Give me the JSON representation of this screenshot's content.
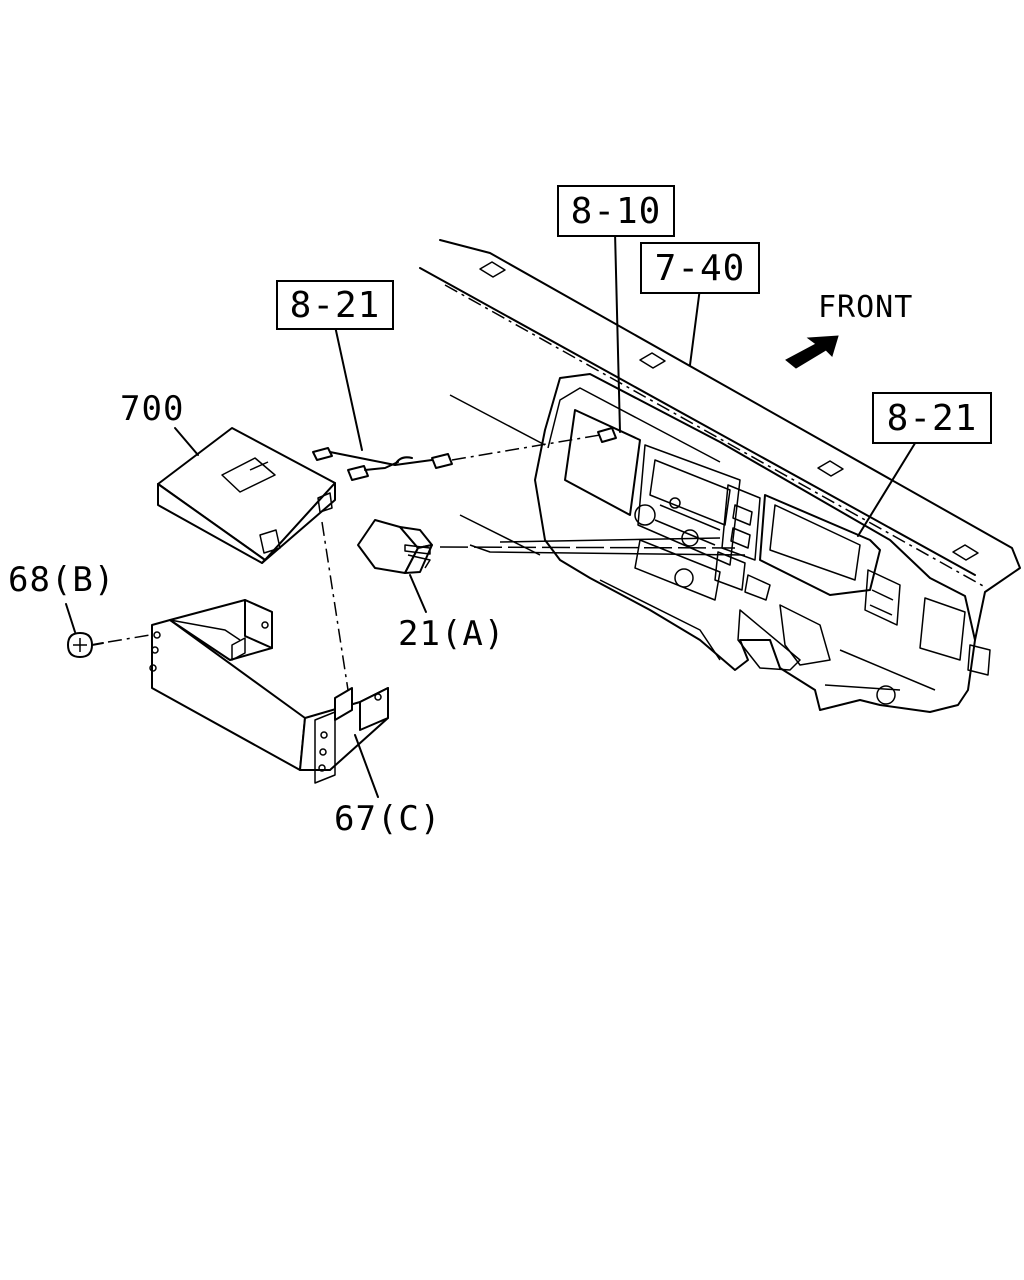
{
  "diagram": {
    "front_label": "FRONT",
    "callouts": {
      "ref_8_10": "8-10",
      "ref_7_40": "7-40",
      "ref_8_21_harness": "8-21",
      "ref_8_21_panel": "8-21"
    },
    "part_labels": {
      "p700": "700",
      "p68b": "68(B)",
      "p21a": "21(A)",
      "p67c": "67(C)"
    },
    "icons": {
      "front_arrow": "front-direction-arrow"
    }
  }
}
